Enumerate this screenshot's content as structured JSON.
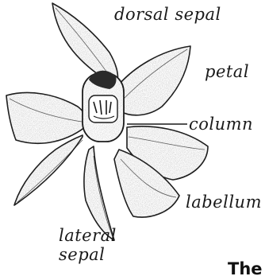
{
  "diagram": {
    "labels": {
      "dorsal_sepal": "dorsal sepal",
      "petal": "petal",
      "column": "column",
      "labellum": "labellum",
      "lateral_sepal_line1": "lateral",
      "lateral_sepal_line2": "sepal"
    },
    "caption": "The",
    "colors": {
      "ink": "#1a1a1a",
      "stipple": "#3a3a3a",
      "background": "#ffffff"
    }
  }
}
